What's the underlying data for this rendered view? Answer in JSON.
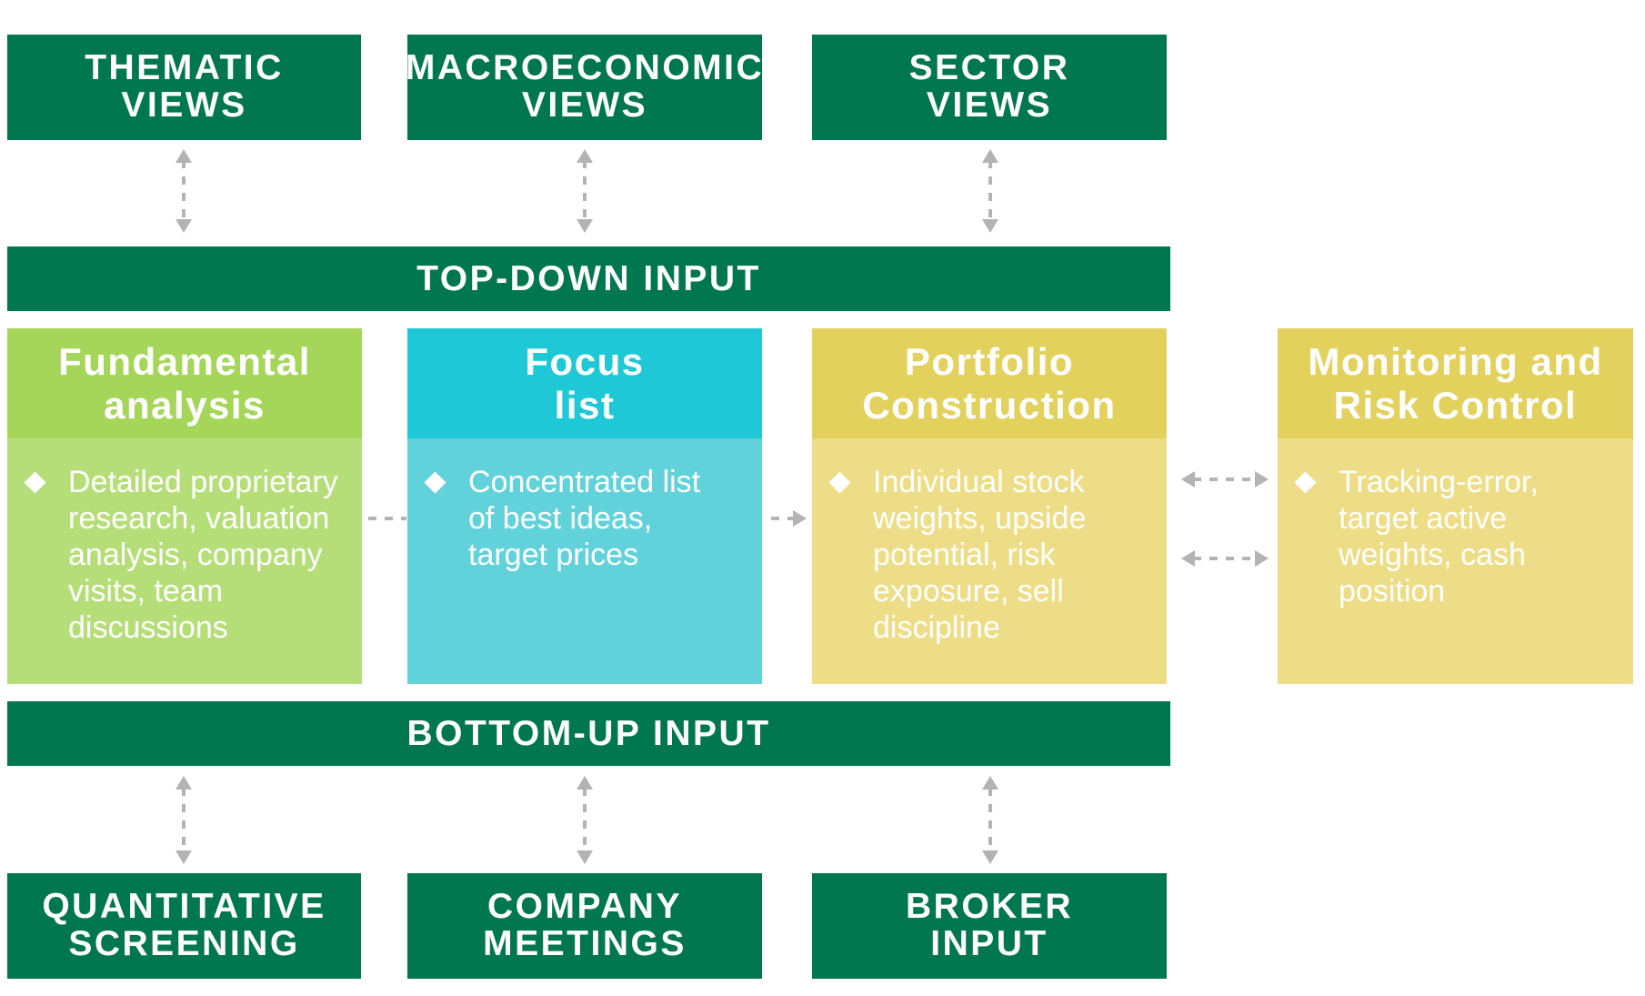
{
  "top_inputs": [
    {
      "label": "THEMATIC\nVIEWS"
    },
    {
      "label": "MACROECONOMIC\nVIEWS"
    },
    {
      "label": "SECTOR\nVIEWS"
    }
  ],
  "top_bar": {
    "label": "TOP-DOWN INPUT"
  },
  "stages": [
    {
      "title": "Fundamental\nanalysis",
      "text": "Detailed proprietary\nresearch, valuation\nanalysis, company\nvisits, team\ndiscussions"
    },
    {
      "title": "Focus\nlist",
      "text": "Concentrated list\nof best ideas,\ntarget prices"
    },
    {
      "title": "Portfolio\nConstruction",
      "text": "Individual stock\nweights, upside\npotential, risk\nexposure, sell\ndiscipline"
    },
    {
      "title": "Monitoring and\nRisk Control",
      "text": "Tracking-error,\ntarget active\nweights, cash\nposition"
    }
  ],
  "bottom_bar": {
    "label": "BOTTOM-UP INPUT"
  },
  "bottom_inputs": [
    {
      "label": "QUANTITATIVE\nSCREENING"
    },
    {
      "label": "COMPANY\nMEETINGS"
    },
    {
      "label": "BROKER\nINPUT"
    }
  ],
  "colors": {
    "dark_green": "#00774e",
    "fundamental_header": "#a5d65a",
    "fundamental_body": "#b5de78",
    "focus_header": "#1ec8d6",
    "focus_body": "#62d2da",
    "portfolio_header": "#e2d15c",
    "portfolio_body": "#ecdd86",
    "arrow": "#b3b3b3"
  }
}
